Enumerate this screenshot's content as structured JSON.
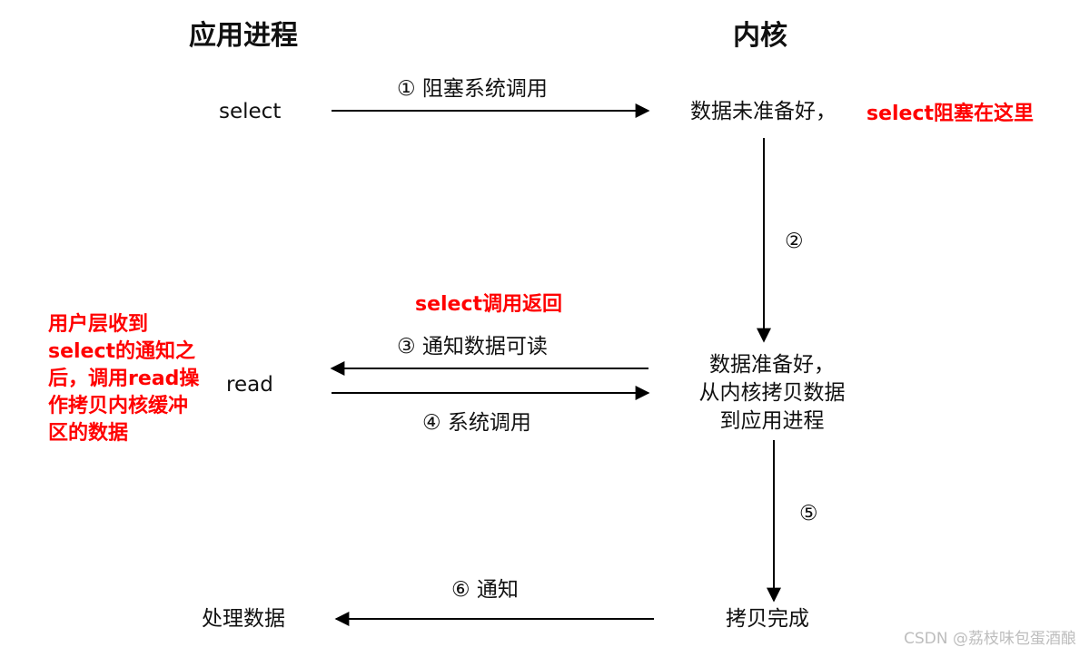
{
  "headers": {
    "app_process": "应用进程",
    "kernel": "内核"
  },
  "app_side": {
    "select": "select",
    "read": "read",
    "process_data": "处理数据"
  },
  "kernel_side": {
    "data_not_ready": "数据未准备好，",
    "select_blocked_here": "select阻塞在这里",
    "data_ready_lines": [
      "数据准备好，",
      "从内核拷贝数据",
      "到应用进程"
    ],
    "copy_complete": "拷贝完成"
  },
  "arrows": {
    "step1": "① 阻塞系统调用",
    "step2": "②",
    "select_return": "select调用返回",
    "step3": "③ 通知数据可读",
    "step4": "④ 系统调用",
    "step5": "⑤",
    "step6": "⑥ 通知"
  },
  "note_lines": [
    "用户层收到",
    "select的通知之",
    "后，调用read操",
    "作拷贝内核缓冲",
    "区的数据"
  ],
  "watermark": "CSDN @荔枝味包蛋酒酿",
  "colors": {
    "highlight": "#ff0000",
    "line": "#000000"
  }
}
